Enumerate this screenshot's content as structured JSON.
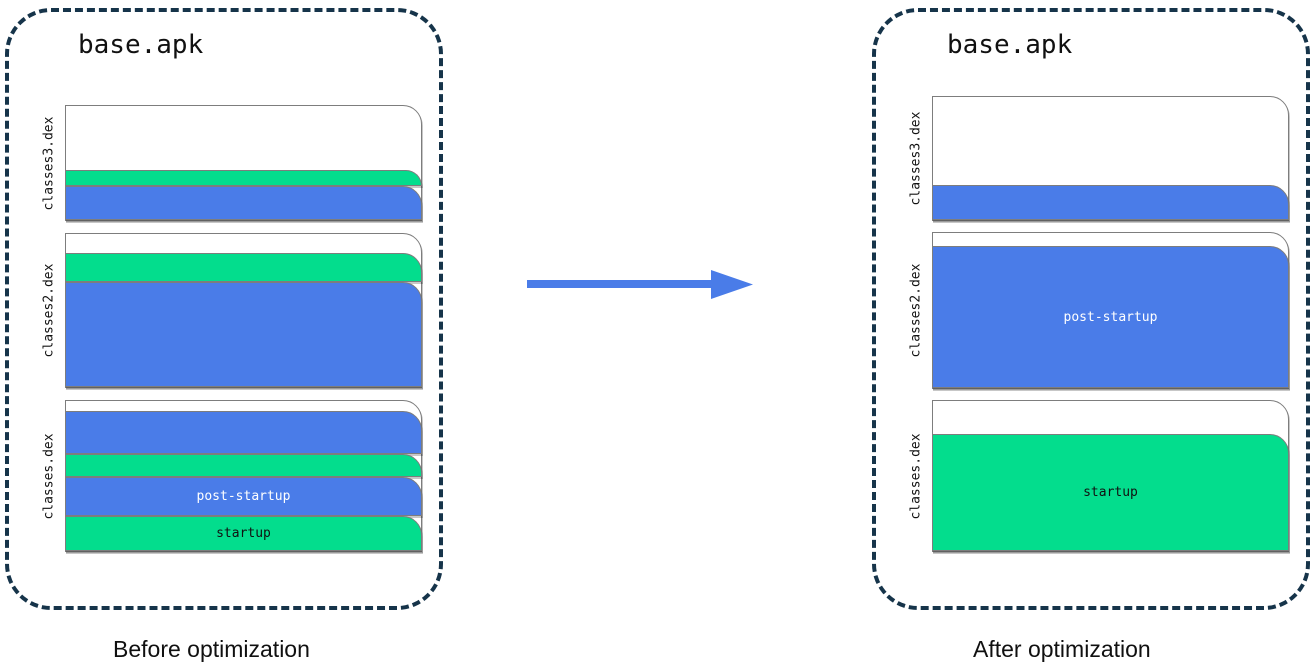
{
  "diagram": {
    "title_left": "base.apk",
    "title_right": "base.apk",
    "caption_left": "Before optimization",
    "caption_right": "After optimization",
    "arrow_label": "transform-arrow",
    "colors": {
      "startup": "#03DD8D",
      "post_startup": "#4A7CE8",
      "container_border": "#16344a",
      "box_border": "#7d7d7d",
      "text": "#111111",
      "arrow": "#4A7CE8"
    },
    "legend_terms": {
      "startup": "startup",
      "post_startup": "post-startup"
    },
    "panels": [
      {
        "id": "before",
        "title": "base.apk",
        "caption": "Before optimization",
        "dex_files": [
          {
            "label": "classes3.dex",
            "segments": [
              {
                "kind": "empty",
                "label": "",
                "height": 66
              },
              {
                "kind": "startup",
                "label": "",
                "height": 16
              },
              {
                "kind": "post-startup",
                "label": "",
                "height": 34
              }
            ]
          },
          {
            "label": "classes2.dex",
            "segments": [
              {
                "kind": "empty",
                "label": "",
                "height": 21
              },
              {
                "kind": "startup",
                "label": "",
                "height": 29
              },
              {
                "kind": "post-startup",
                "label": "",
                "height": 105
              }
            ]
          },
          {
            "label": "classes.dex",
            "segments": [
              {
                "kind": "empty",
                "label": "",
                "height": 12
              },
              {
                "kind": "post-startup",
                "label": "",
                "height": 43
              },
              {
                "kind": "startup",
                "label": "",
                "height": 23
              },
              {
                "kind": "post-startup",
                "label": "post-startup",
                "height": 39
              },
              {
                "kind": "startup",
                "label": "startup",
                "height": 35
              }
            ]
          }
        ]
      },
      {
        "id": "after",
        "title": "base.apk",
        "caption": "After optimization",
        "dex_files": [
          {
            "label": "classes3.dex",
            "segments": [
              {
                "kind": "empty",
                "label": "",
                "height": 90
              },
              {
                "kind": "post-startup",
                "label": "",
                "height": 35
              }
            ]
          },
          {
            "label": "classes2.dex",
            "segments": [
              {
                "kind": "empty",
                "label": "",
                "height": 15
              },
              {
                "kind": "post-startup",
                "label": "post-startup",
                "height": 142
              }
            ]
          },
          {
            "label": "classes.dex",
            "segments": [
              {
                "kind": "empty",
                "label": "",
                "height": 35
              },
              {
                "kind": "startup",
                "label": "startup",
                "height": 117
              }
            ]
          }
        ]
      }
    ]
  }
}
